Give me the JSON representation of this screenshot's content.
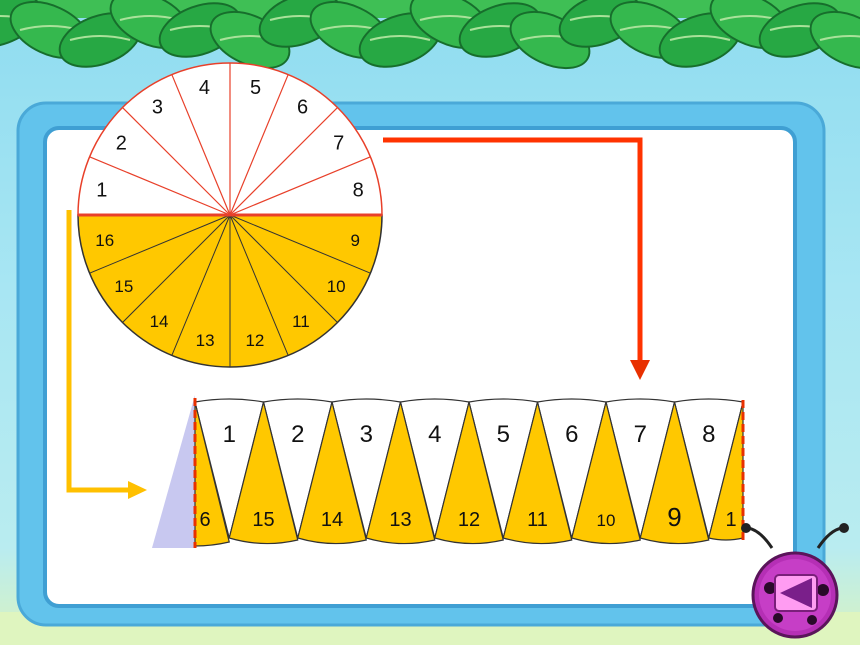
{
  "colors": {
    "sky_top": "#8fdcf0",
    "frame": "#6cc8ee",
    "panel": "#ffffff",
    "slice_yellow": "#ffc800",
    "circle_line": "#e8402a",
    "arrow_red": "#ff3300",
    "arrow_yellow": "#ffc000",
    "triangle_lavender": "#c8c8f0",
    "leaf_green": "#2fb34a",
    "ladybug": "#b52fb5"
  },
  "circle_top_labels": [
    "1",
    "2",
    "3",
    "4",
    "5",
    "6",
    "7",
    "8"
  ],
  "circle_bottom_labels": [
    "9",
    "10",
    "11",
    "12",
    "13",
    "14",
    "15",
    "16"
  ],
  "strip_top_labels": [
    "1",
    "2",
    "3",
    "4",
    "5",
    "6",
    "7",
    "8"
  ],
  "strip_bottom_labels": [
    "6",
    "15",
    "14",
    "13",
    "12",
    "11",
    "10",
    "9",
    "1"
  ],
  "icons": {
    "back_button": "left-triangle-icon",
    "ladybug": "ladybug-icon"
  }
}
